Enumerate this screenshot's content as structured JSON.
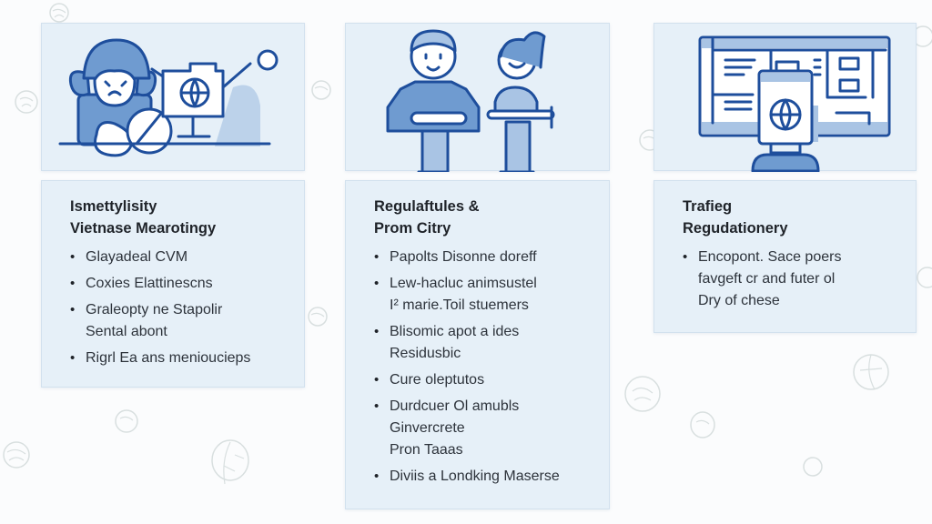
{
  "colors": {
    "background": "#fbfcfd",
    "panel_fill": "#e6f0f8",
    "panel_border": "#d2e1ee",
    "illustration_stroke": "#1e4e9c",
    "illustration_fill": "#6f9bd0",
    "illustration_light": "#a9c4e4",
    "text": "#2a2f36"
  },
  "columns": [
    {
      "illustration": "person-with-globe-signboard-illustration",
      "title_lines": [
        "Ismettylisity",
        "Vietnase Mearotingy"
      ],
      "bullets": [
        {
          "lines": [
            "Glayadeal CVM"
          ]
        },
        {
          "lines": [
            "Coxies Elattinescns"
          ]
        },
        {
          "lines": [
            "Graleopty ne Stapolir",
            "Sental abont"
          ]
        },
        {
          "lines": [
            "Rigrl Ea ans menioucieps"
          ]
        }
      ]
    },
    {
      "illustration": "two-people-holding-documents-illustration",
      "title_lines": [
        "Regulaftules &",
        "Prom Citry"
      ],
      "bullets": [
        {
          "lines": [
            "Papolts Disonne doreff"
          ]
        },
        {
          "lines": [
            "Lew-hacluc animsustel",
            "I² marie.Toil stuemers"
          ]
        },
        {
          "lines": [
            "Blisomic apot a ides",
            "Residusbic"
          ]
        },
        {
          "lines": [
            "Cure oleptutos"
          ]
        },
        {
          "lines": [
            "Durdcuer Ol amubls",
            "Ginvercrete",
            "Pron Taaas"
          ]
        },
        {
          "lines": [
            "Diviis a Londking Maserse"
          ]
        }
      ]
    },
    {
      "illustration": "monitor-with-globe-tablet-illustration",
      "title_lines": [
        "Trafieg",
        "Regudationery"
      ],
      "bullets": [
        {
          "lines": [
            "Encopont. Sace poers",
            "favgeft cr and futer ol",
            "Dry of chese"
          ]
        }
      ]
    }
  ]
}
